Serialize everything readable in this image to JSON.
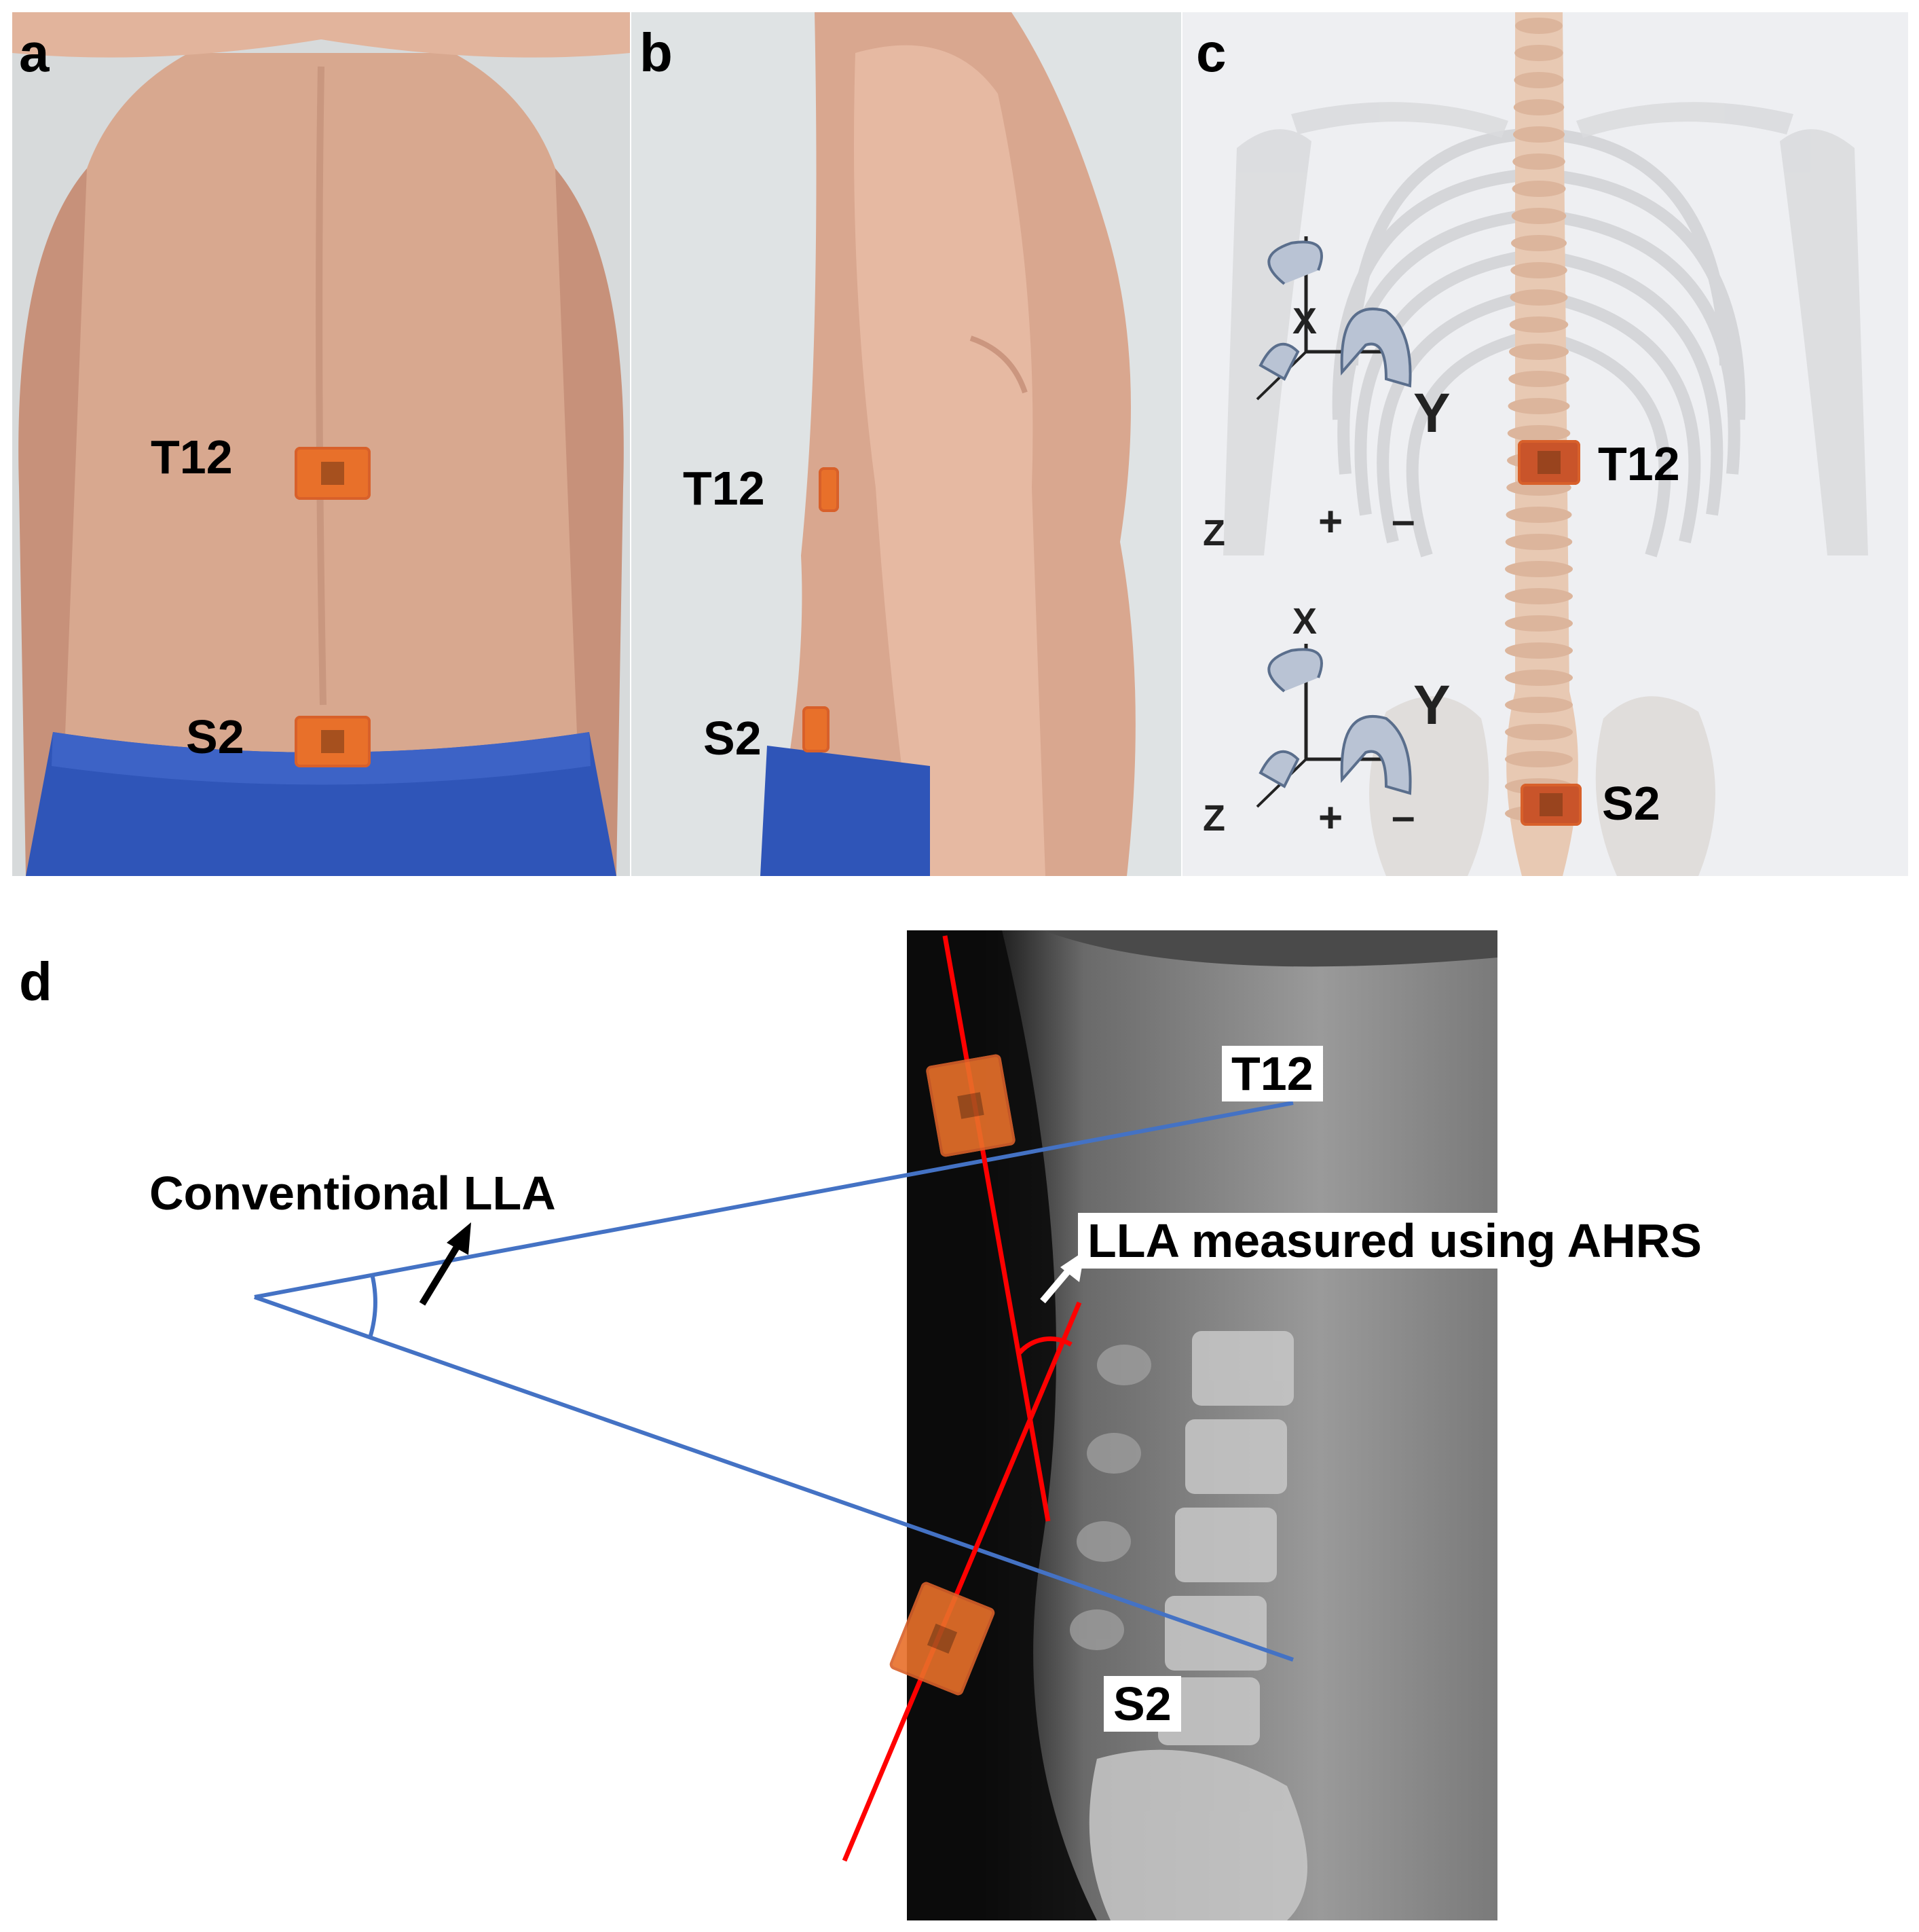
{
  "panels": {
    "a": {
      "letter": "a",
      "labels": {
        "upper": "T12",
        "lower": "S2"
      }
    },
    "b": {
      "letter": "b",
      "labels": {
        "upper": "T12",
        "lower": "S2"
      }
    },
    "c": {
      "letter": "c",
      "labels": {
        "upper": "T12",
        "lower": "S2"
      },
      "axes": {
        "x": "X",
        "y": "Y",
        "z": "Z",
        "plus": "+",
        "minus": "–"
      }
    },
    "d": {
      "letter": "d",
      "labels": {
        "upper": "T12",
        "lower": "S2",
        "conventional": "Conventional LLA",
        "ahrs": "LLA measured using AHRS"
      }
    }
  },
  "colors": {
    "sensor": "#e8702a",
    "blue_line": "#4472c4",
    "red_line": "#ff0000",
    "jeans": "#2f55b8",
    "skin": "#d9a58c",
    "wall": "#dde2e5",
    "bone": "#e8c9b3",
    "xray_bg": "#1a1a1a"
  }
}
